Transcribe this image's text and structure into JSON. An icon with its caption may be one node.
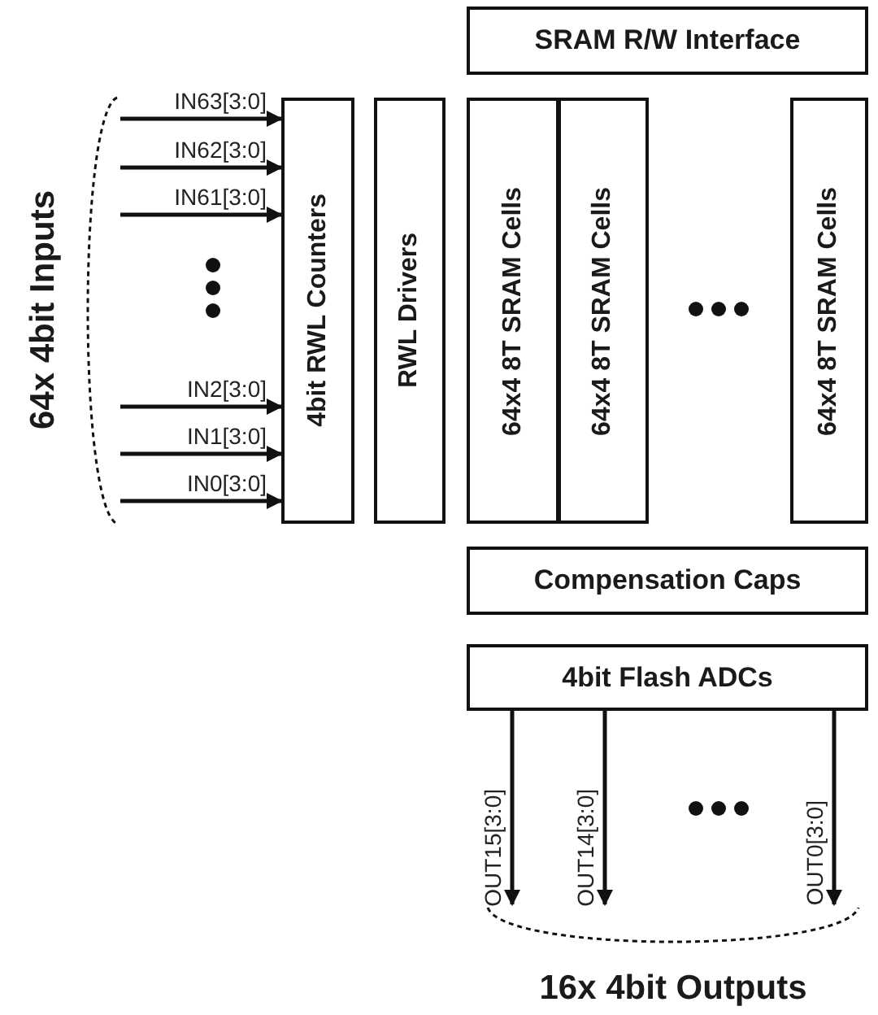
{
  "diagram": {
    "nodes": [
      {
        "text": [
          "SRAM R/W Interface"
        ]
      },
      {
        "text": [
          "4bit RWL Counters"
        ]
      },
      {
        "text": [
          "RWL Drivers"
        ]
      },
      {
        "text": [
          "64x4 8T SRAM Cells"
        ]
      },
      {
        "text": [
          "64x4 8T SRAM Cells"
        ]
      },
      {
        "text": [
          "64x4 8T SRAM Cells"
        ]
      },
      {
        "text": [
          "Compensation Caps"
        ]
      },
      {
        "text": [
          "4bit Flash ADCs"
        ]
      },
      {
        "text": [
          "64x 4bit Inputs"
        ]
      },
      {
        "text": [
          "16x 4bit Outputs"
        ]
      }
    ],
    "edges": [
      {
        "from": 8,
        "to": 1,
        "arrow": "to",
        "label": "IN63[3:0]"
      },
      {
        "from": 8,
        "to": 1,
        "arrow": "to",
        "label": "IN62[3:0]"
      },
      {
        "from": 8,
        "to": 1,
        "arrow": "to",
        "label": "IN61[3:0]"
      },
      {
        "from": 8,
        "to": 1,
        "arrow": "to",
        "label": "IN2[3:0]"
      },
      {
        "from": 8,
        "to": 1,
        "arrow": "to",
        "label": "IN1[3:0]"
      },
      {
        "from": 8,
        "to": 1,
        "arrow": "to",
        "label": "IN0[3:0]"
      },
      {
        "from": 7,
        "to": 9,
        "arrow": "to",
        "label": "OUT15[3:0]"
      },
      {
        "from": 7,
        "to": 9,
        "arrow": "to",
        "label": "OUT14[3:0]"
      },
      {
        "from": 7,
        "to": 9,
        "arrow": "to",
        "label": "OUT0[3:0]"
      }
    ]
  }
}
